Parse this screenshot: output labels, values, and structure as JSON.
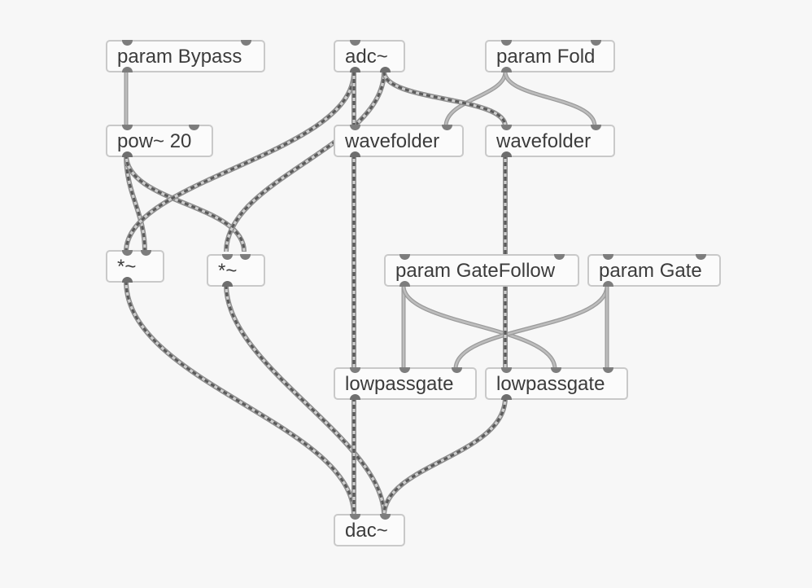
{
  "patch": {
    "objects": [
      {
        "id": "param-bypass",
        "label": "param Bypass"
      },
      {
        "id": "adc",
        "label": "adc~"
      },
      {
        "id": "param-fold",
        "label": "param Fold"
      },
      {
        "id": "pow",
        "label": "pow~ 20"
      },
      {
        "id": "wavefolder-1",
        "label": "wavefolder"
      },
      {
        "id": "wavefolder-2",
        "label": "wavefolder"
      },
      {
        "id": "mul-1",
        "label": "*~"
      },
      {
        "id": "mul-2",
        "label": "*~"
      },
      {
        "id": "param-gatefollow",
        "label": "param GateFollow"
      },
      {
        "id": "param-gate",
        "label": "param Gate"
      },
      {
        "id": "lowpassgate-1",
        "label": "lowpassgate"
      },
      {
        "id": "lowpassgate-2",
        "label": "lowpassgate"
      },
      {
        "id": "dac",
        "label": "dac~"
      }
    ]
  },
  "colors": {
    "background": "#f7f7f7",
    "object_border": "#c9c9c9",
    "object_text": "#3c3c3c",
    "control_cord": "#b3b3b3",
    "signal_cord_dash": "#5a5a5a",
    "port": "#7d7d7d"
  }
}
